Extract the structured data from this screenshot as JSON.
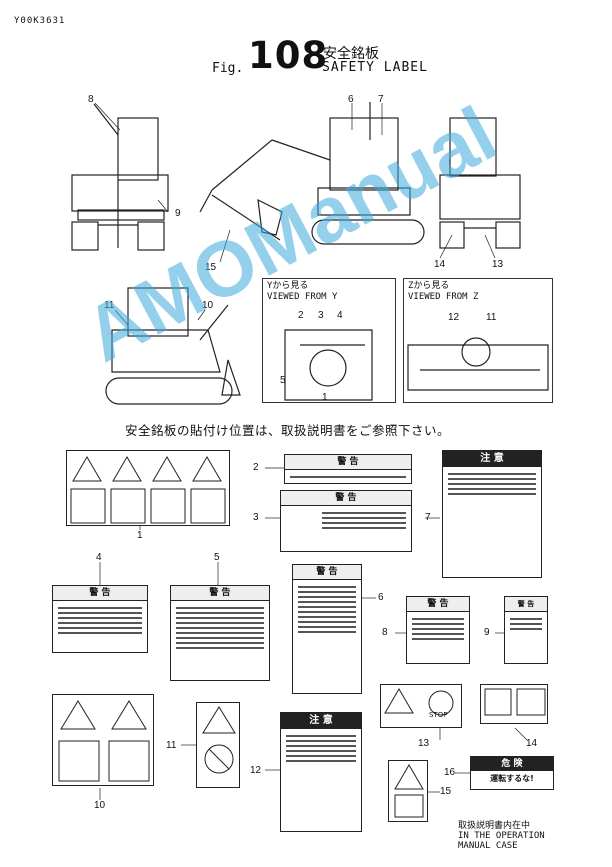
{
  "header": {
    "doc_code": "Y00K3631",
    "fig_prefix": "Fig.",
    "fig_number": "108",
    "title_jp": "安全銘板",
    "title_en": "SAFETY LABEL"
  },
  "views": {
    "y_jp": "Yから見る",
    "y_en": "VIEWED FROM Y",
    "z_jp": "Zから見る",
    "z_en": "VIEWED FROM Z"
  },
  "reference_note": "安全銘板の貼付け位置は、取扱説明書をご参照下さい。",
  "callouts": {
    "c1": "1",
    "c2": "2",
    "c3": "3",
    "c4": "4",
    "c5": "5",
    "c6": "6",
    "c7": "7",
    "c8": "8",
    "c9": "9",
    "c10": "10",
    "c11": "11",
    "c12": "12",
    "c13": "13",
    "c14": "14",
    "c15": "15",
    "c16": "16"
  },
  "labels": {
    "warning_jp": "警 告",
    "caution_jp": "注 意",
    "danger_jp": "危 険",
    "stop": "STOP",
    "danger_sub": "運転するな!"
  },
  "manual_case": {
    "jp": "取扱説明書内在中",
    "en_line1": "IN THE OPERATION",
    "en_line2": "MANUAL CASE"
  },
  "watermark": "AMOManual"
}
